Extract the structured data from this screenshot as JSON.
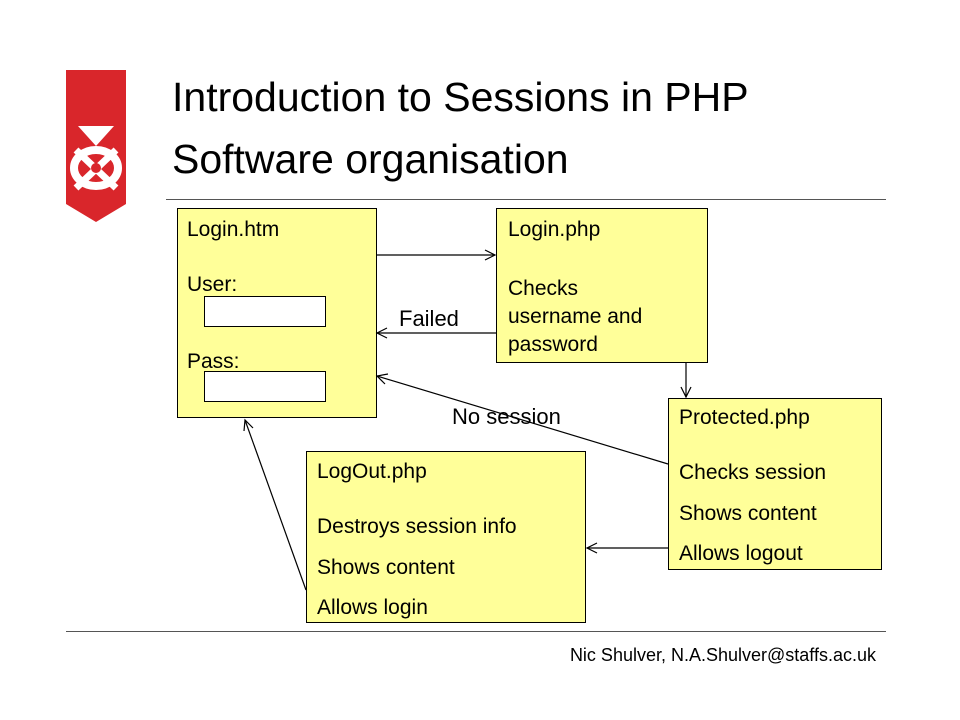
{
  "slide": {
    "title_line1": "Introduction to Sessions in PHP",
    "title_line2": "Software organisation",
    "footer": "Nic Shulver, N.A.Shulver@staffs.ac.uk"
  },
  "colors": {
    "box_fill": "#ffff99",
    "logo_red": "#d9262b",
    "line": "#000000"
  },
  "logo": {
    "icon": "university-shield-logo-icon"
  },
  "diagram": {
    "login_htm": {
      "title": "Login.htm",
      "user_label": "User:",
      "pass_label": "Pass:"
    },
    "login_php": {
      "title": "Login.php",
      "line1": "Checks",
      "line2": "username and",
      "line3": "password"
    },
    "protected_php": {
      "title": "Protected.php",
      "line1": "Checks session",
      "line2": "Shows content",
      "line3": "Allows logout"
    },
    "logout_php": {
      "title": "LogOut.php",
      "line1": "Destroys session info",
      "line2": "Shows content",
      "line3": "Allows login"
    },
    "labels": {
      "failed": "Failed",
      "no_session": "No session"
    }
  }
}
